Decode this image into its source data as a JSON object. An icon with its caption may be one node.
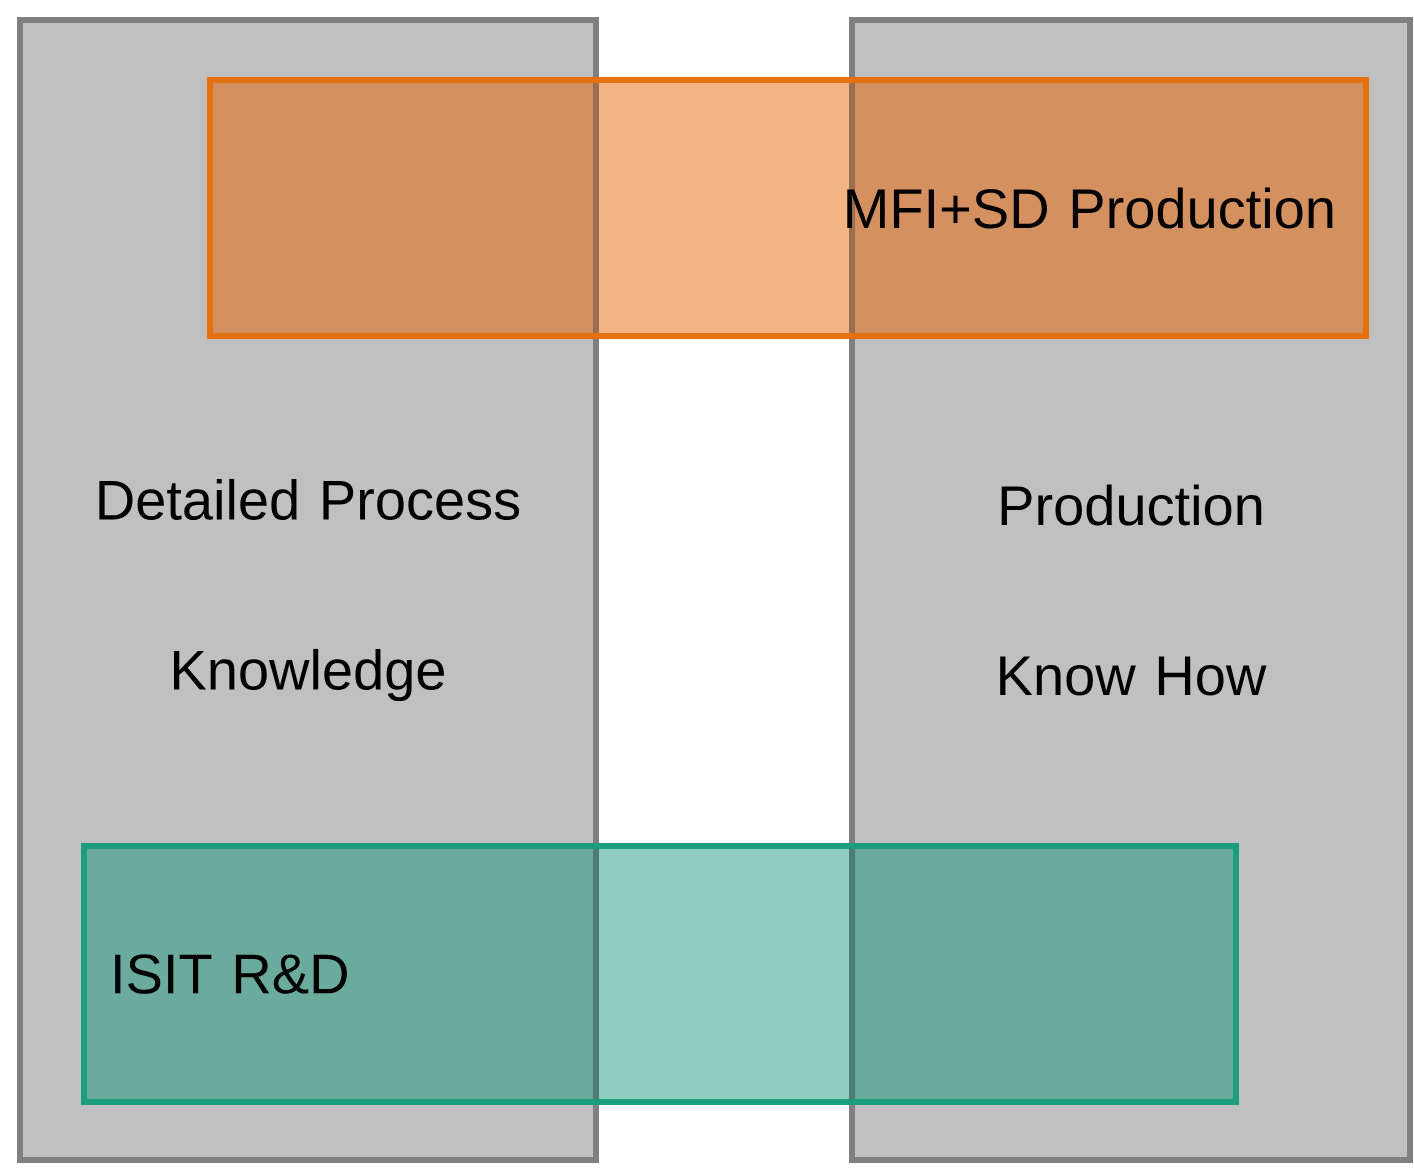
{
  "diagram": {
    "nodes": [
      {
        "text": [
          "Detailed Process Knowledge"
        ]
      },
      {
        "text": [
          "Production Know How"
        ]
      },
      {
        "text": [
          "MFI+SD Production"
        ]
      },
      {
        "text": [
          "ISIT R&D"
        ]
      }
    ]
  }
}
